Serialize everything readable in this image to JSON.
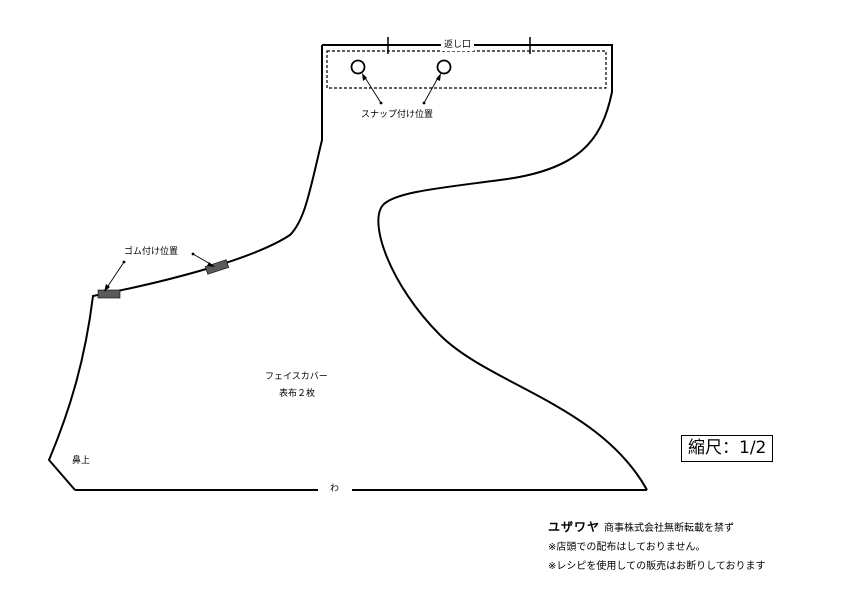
{
  "labels": {
    "opening": "返し口",
    "snap_position": "スナップ付け位置",
    "elastic_position": "ゴム付け位置",
    "piece_name": "フェイスカバー",
    "piece_cut": "表布２枚",
    "nose_top": "鼻上",
    "fold": "わ"
  },
  "scale": "縮尺：1/2",
  "footer": {
    "brand": "ユザワヤ",
    "copyright": "商事株式会社無断転載を禁ず",
    "notice_1": "※店頭での配布はしておりません。",
    "notice_2": "※レシピを使用しての販売はお断りしております"
  },
  "colors": {
    "line": "#000000",
    "elastic_marker": "#5a5a5a"
  }
}
